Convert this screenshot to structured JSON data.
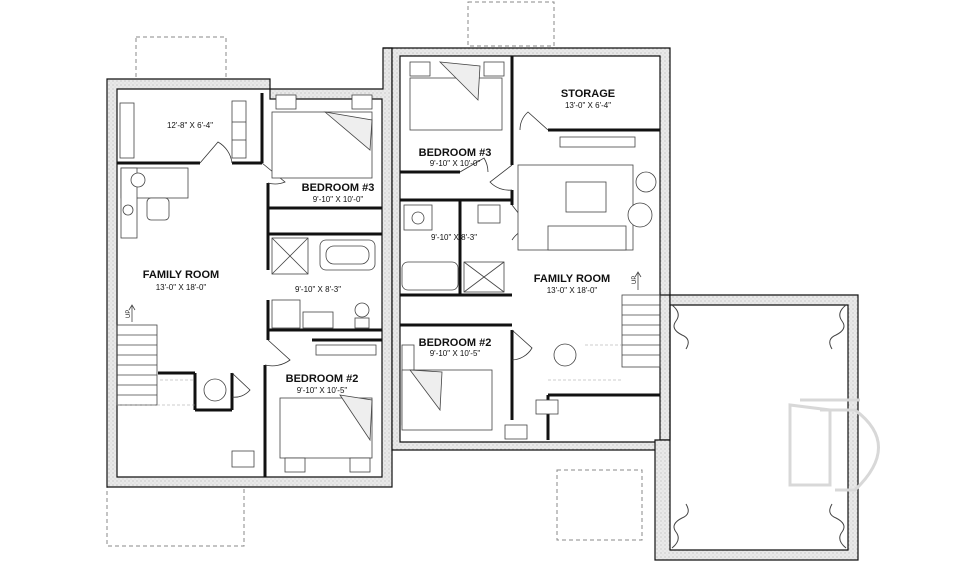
{
  "left_unit": {
    "office_dim": "12'-8\" X 6'-4\"",
    "family_room_name": "FAMILY ROOM",
    "family_room_dim": "13'-0\" X 18'-0\"",
    "bedroom3_name": "BEDROOM #3",
    "bedroom3_dim": "9'-10\" X 10'-0\"",
    "bath_dim": "9'-10\" X 8'-3\"",
    "bedroom2_name": "BEDROOM #2",
    "bedroom2_dim": "9'-10\" X 10'-5\"",
    "stair_up": "UP"
  },
  "right_unit": {
    "bedroom3_name": "BEDROOM #3",
    "bedroom3_dim": "9'-10\" X 10'-0\"",
    "storage_name": "STORAGE",
    "storage_dim": "13'-0\" X 6'-4\"",
    "bath_dim": "9'-10\" X 8'-3\"",
    "family_room_name": "FAMILY ROOM",
    "family_room_dim": "13'-0\" X 18'-0\"",
    "bedroom2_name": "BEDROOM #2",
    "bedroom2_dim": "9'-10\" X 10'-5\"",
    "stair_up": "UP"
  },
  "colors": {
    "wall": "#111111",
    "wall_fill": "#e6e6e6",
    "fixture": "#444444",
    "dashed": "#888888",
    "watermark": "#d8d8d8"
  },
  "watermark_icon": "d-logo-watermark"
}
